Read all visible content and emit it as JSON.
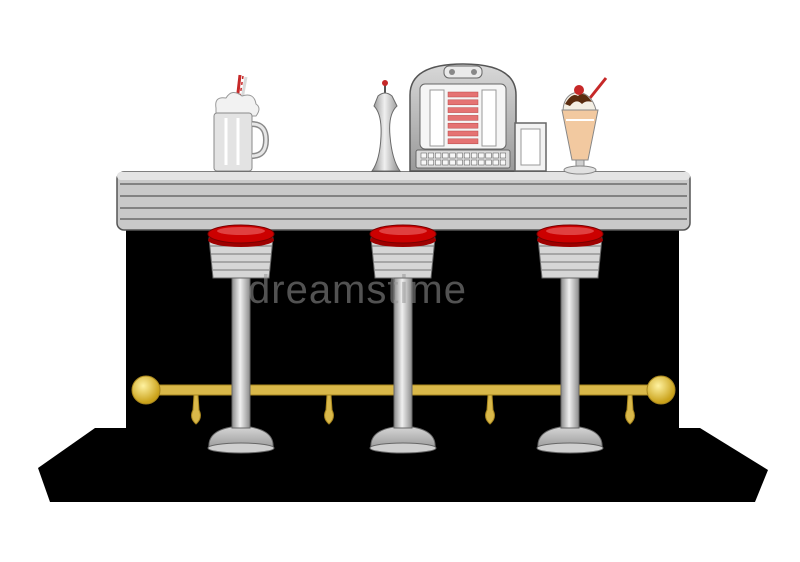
{
  "scene": {
    "watermark_text": "dreamstime",
    "items_on_counter": [
      "root-beer-mug",
      "syrup-dispenser",
      "jukebox",
      "napkin-holder",
      "ice-cream-sundae"
    ],
    "stool_count": 3,
    "colors": {
      "background": "#ffffff",
      "counter_base": "#000000",
      "counter_top": "#c8c8c8",
      "stool_seat": "#cc0000",
      "foot_rail": "#d9b84a",
      "chrome": "#bdbdbd"
    }
  }
}
